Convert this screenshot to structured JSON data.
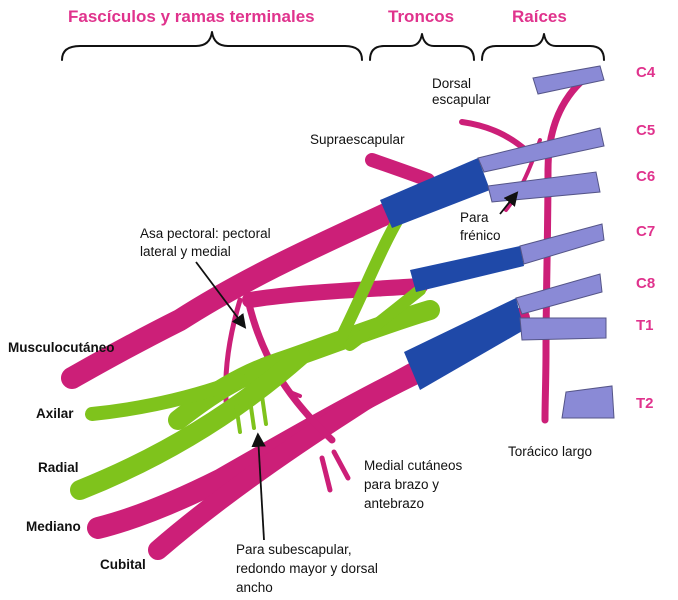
{
  "colors": {
    "magenta": "#cc1f78",
    "green": "#7fc31c",
    "blue": "#1f49a8",
    "lavender": "#8a8ad6",
    "heading": "#e0338d",
    "text": "#111111"
  },
  "headers": {
    "fasciculos": "Fascículos y ramas terminales",
    "troncos": "Troncos",
    "raices": "Raíces"
  },
  "roots": [
    "C4",
    "C5",
    "C6",
    "C7",
    "C8",
    "T1",
    "T2"
  ],
  "terminal_labels": {
    "musculocutaneo": "Musculocutáneo",
    "axilar": "Axilar",
    "radial": "Radial",
    "mediano": "Mediano",
    "cubital": "Cubital"
  },
  "branch_labels": {
    "dorsal_escapular": [
      "Dorsal",
      "escapular"
    ],
    "supraescapular": "Supraescapular",
    "para_frenico": [
      "Para",
      "frénico"
    ],
    "asa_pectoral": [
      "Asa pectoral: pectoral",
      "lateral y medial"
    ],
    "toracico_largo": "Torácico largo",
    "medial_cutaneos": [
      "Medial cutáneos",
      "para brazo y",
      "antebrazo"
    ],
    "subescapular": [
      "Para subescapular,",
      "redondo mayor y dorsal",
      "ancho"
    ]
  }
}
